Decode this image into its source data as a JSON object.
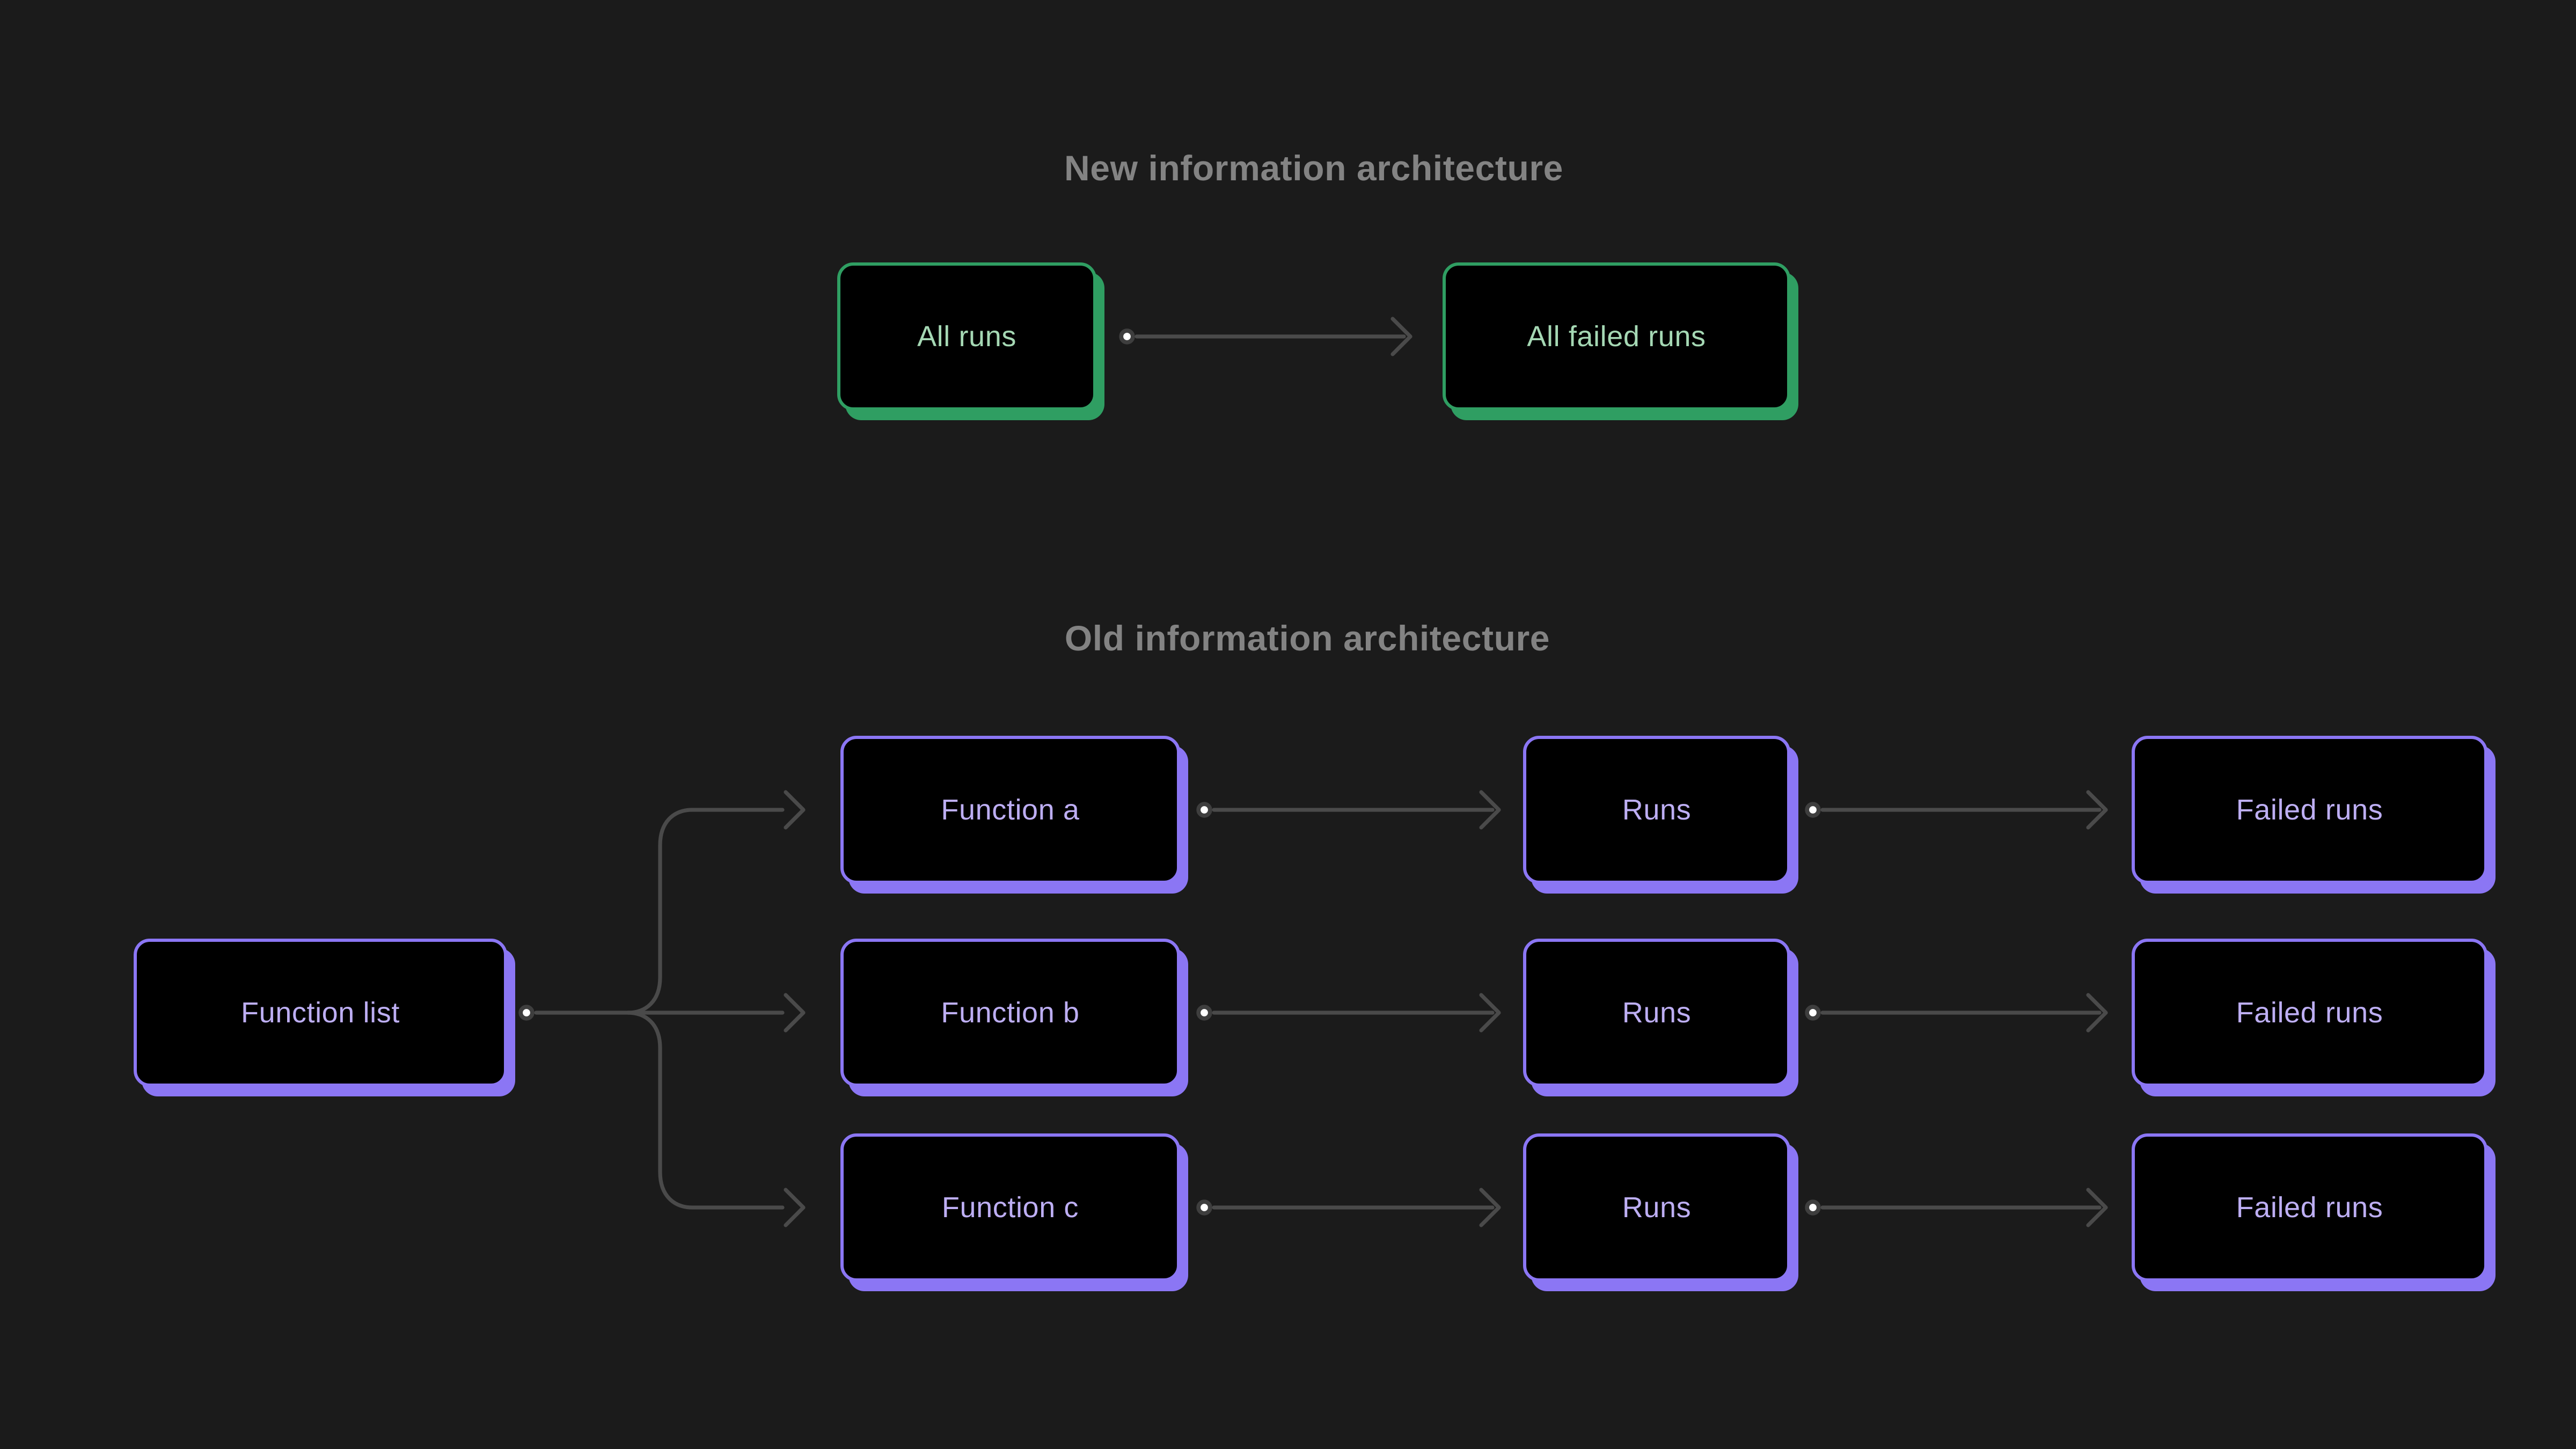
{
  "colors": {
    "background": "#1b1b1b",
    "node-fill": "#000000",
    "accent-green": "#2f9e62",
    "green-text": "#a5d8b4",
    "accent-purple": "#8b76f4",
    "purple-text": "#bdaef3",
    "connector": "#4a4a4a",
    "dot-ring": "#3e3e3e",
    "dot-fill": "#ffffff",
    "title-text": "#838383"
  },
  "new_section": {
    "title": "New information architecture",
    "nodes": {
      "all_runs": "All runs",
      "all_failed_runs": "All failed runs"
    }
  },
  "old_section": {
    "title": "Old information architecture",
    "function_list": "Function list",
    "rows": [
      {
        "function": "Function a",
        "runs": "Runs",
        "failed": "Failed runs"
      },
      {
        "function": "Function b",
        "runs": "Runs",
        "failed": "Failed runs"
      },
      {
        "function": "Function c",
        "runs": "Runs",
        "failed": "Failed runs"
      }
    ]
  }
}
